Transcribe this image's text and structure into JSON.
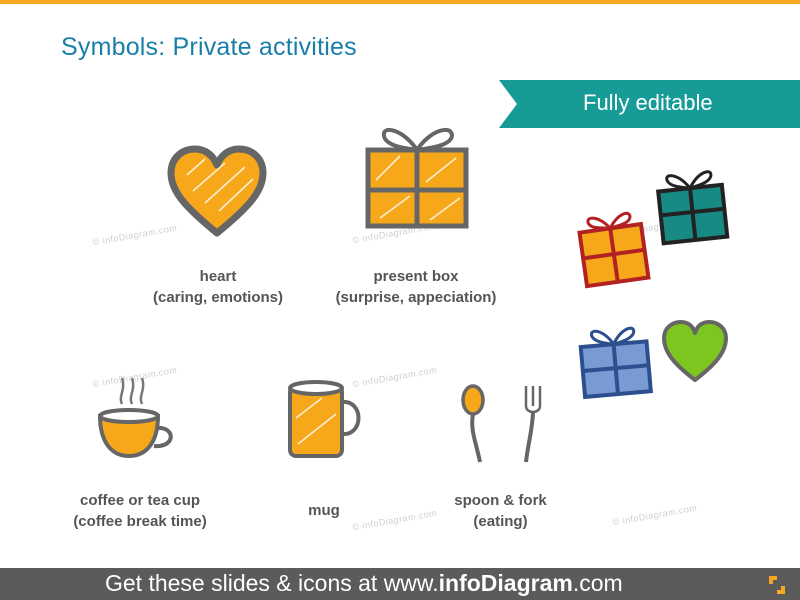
{
  "title": "Symbols: Private activities",
  "ribbon": {
    "label": "Fully editable",
    "color": "#179b97"
  },
  "watermark": "© infoDiagram.com",
  "labels": {
    "heart": {
      "line1": "heart",
      "line2": "(caring, emotions)"
    },
    "present": {
      "line1": "present box",
      "line2": "(surprise, appeciation)"
    },
    "cup": {
      "line1": "coffee or tea cup",
      "line2": "(coffee break time)"
    },
    "mug": {
      "line1": "mug"
    },
    "spoon": {
      "line1": "spoon & fork",
      "line2": "(eating)"
    }
  },
  "footer": {
    "prefix": "Get these slides & icons at www.",
    "brand": "infoDiagram",
    "suffix": ".com"
  },
  "colors": {
    "accent": "#f5a623",
    "title": "#1a7fa8",
    "outline": "#666666",
    "footer": "#5b5b5b",
    "red": "#b22222",
    "teal": "#178a84",
    "blue": "#2b4f8f",
    "green": "#7cc61f"
  },
  "icons": [
    "heart-icon",
    "present-box-icon",
    "coffee-cup-icon",
    "mug-icon",
    "spoon-icon",
    "fork-icon",
    "red-gift-icon",
    "teal-gift-icon",
    "blue-gift-icon",
    "green-heart-icon",
    "footer-corner-icon"
  ]
}
